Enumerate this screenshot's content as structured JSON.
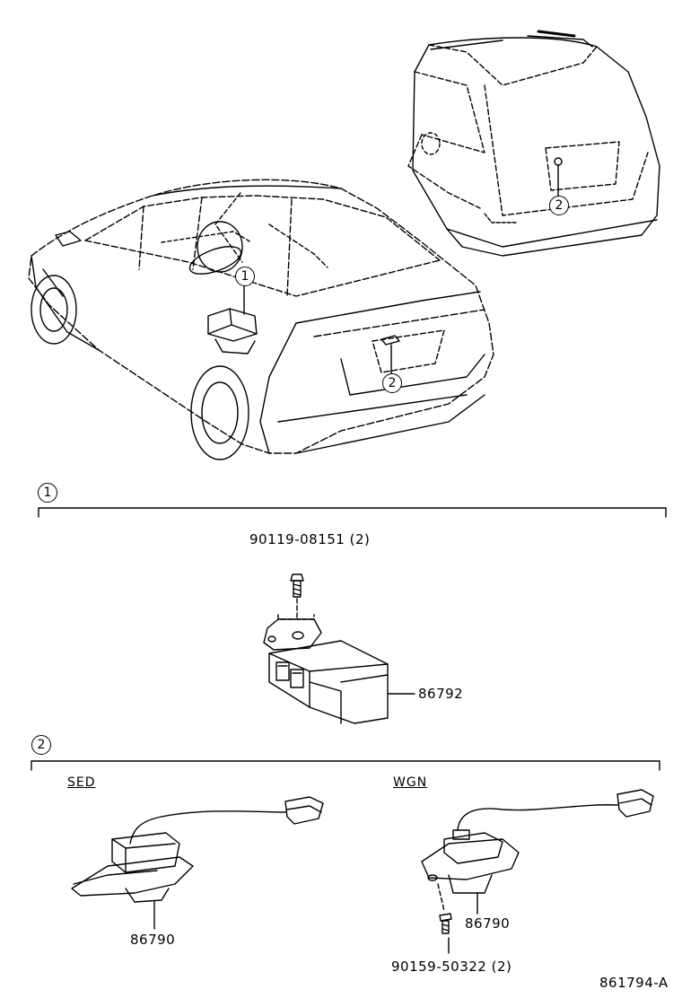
{
  "callouts": {
    "one": "1",
    "two": "2"
  },
  "section1": {
    "bolt_part": "90119-08151 (2)",
    "module_part": "86792"
  },
  "section2": {
    "sed_label": "SED",
    "wgn_label": "WGN",
    "sed_part": "86790",
    "wgn_part": "86790",
    "screw_part": "90159-50322 (2)"
  },
  "figure_id": "861794-A"
}
